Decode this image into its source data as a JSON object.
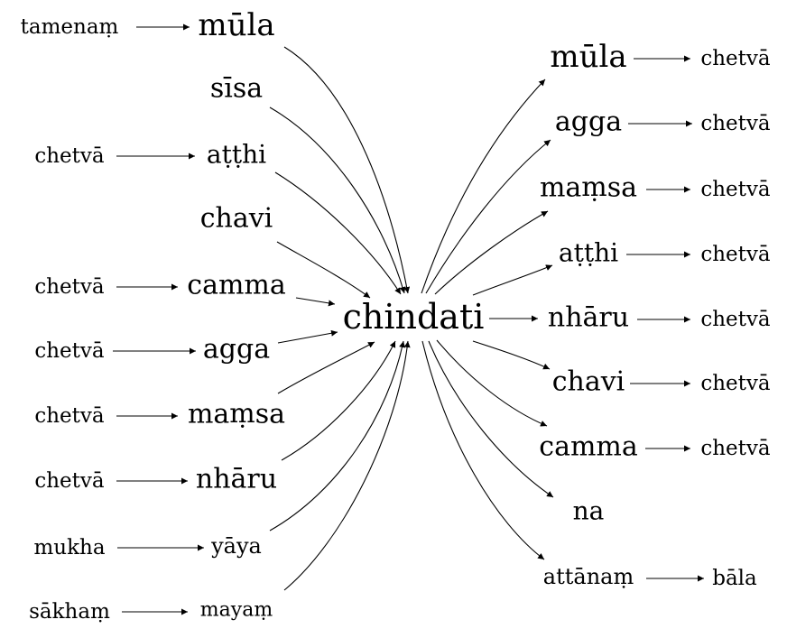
{
  "center": "chindati",
  "left": [
    {
      "word": "mūla",
      "source": "tamenaṃ"
    },
    {
      "word": "sīsa",
      "source": null
    },
    {
      "word": "aṭṭhi",
      "source": "chetvā"
    },
    {
      "word": "chavi",
      "source": null
    },
    {
      "word": "camma",
      "source": "chetvā"
    },
    {
      "word": "agga",
      "source": "chetvā"
    },
    {
      "word": "maṃsa",
      "source": "chetvā"
    },
    {
      "word": "nhāru",
      "source": "chetvā"
    },
    {
      "word": "yāya",
      "source": "mukha"
    },
    {
      "word": "mayaṃ",
      "source": "sākhaṃ"
    }
  ],
  "right": [
    {
      "word": "mūla",
      "target": "chetvā"
    },
    {
      "word": "agga",
      "target": "chetvā"
    },
    {
      "word": "maṃsa",
      "target": "chetvā"
    },
    {
      "word": "aṭṭhi",
      "target": "chetvā"
    },
    {
      "word": "nhāru",
      "target": "chetvā"
    },
    {
      "word": "chavi",
      "target": "chetvā"
    },
    {
      "word": "camma",
      "target": "chetvā"
    },
    {
      "word": "na",
      "target": null
    },
    {
      "word": "attānaṃ",
      "target": "bāla"
    }
  ]
}
